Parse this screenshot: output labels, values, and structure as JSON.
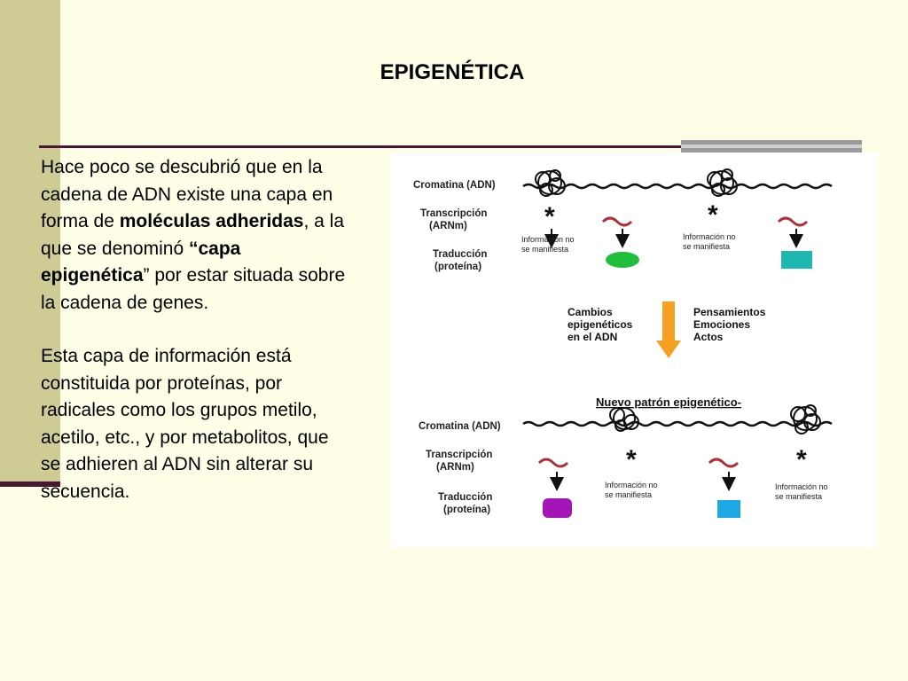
{
  "slide": {
    "title": "EPIGENÉTICA",
    "paragraph1": {
      "t1": "Hace poco se descubrió que en la cadena de ADN existe una capa en forma de ",
      "b1": "moléculas adheridas",
      "t2": ", a la que se denominó ",
      "b2": "“capa epigenética",
      "t3": "” por estar situada sobre la cadena de genes."
    },
    "paragraph2": " Esta capa de información está constituida por proteínas, por radicales como los grupos metilo, acetilo, etc., y por metabolitos, que se adhieren al ADN sin alterar su secuencia."
  },
  "diagram": {
    "top": {
      "row_chromatin": "Cromatina (ADN)",
      "row_transcription": [
        "Transcripción",
        "(ARNm)"
      ],
      "row_translation": [
        "Traducción",
        "(proteína)"
      ],
      "no_expression_1": [
        "Información no",
        "se manifiesta"
      ],
      "no_expression_2": [
        "Información no",
        "se manifiesta"
      ]
    },
    "middle": {
      "left": [
        "Cambios",
        "epigenéticos",
        "en el ADN"
      ],
      "right": [
        "Pensamientos",
        "Emociones",
        "Actos"
      ]
    },
    "bottom": {
      "new_pattern": "Nuevo patrón epigenético-",
      "row_chromatin": "Cromatina (ADN)",
      "row_transcription": [
        "Transcripción",
        "(ARNm)"
      ],
      "row_translation": [
        "Traducción",
        "(proteína)"
      ],
      "no_expression_1": [
        "Información no",
        "se manifiesta"
      ],
      "no_expression_2": [
        "Información no",
        "se manifiesta"
      ]
    },
    "colors": {
      "green": "#1fbf3a",
      "teal": "#1fb8b0",
      "purple": "#a315b5",
      "blue": "#1fa8e6",
      "rna": "#b0303a",
      "arrow": "#f5a020"
    }
  }
}
